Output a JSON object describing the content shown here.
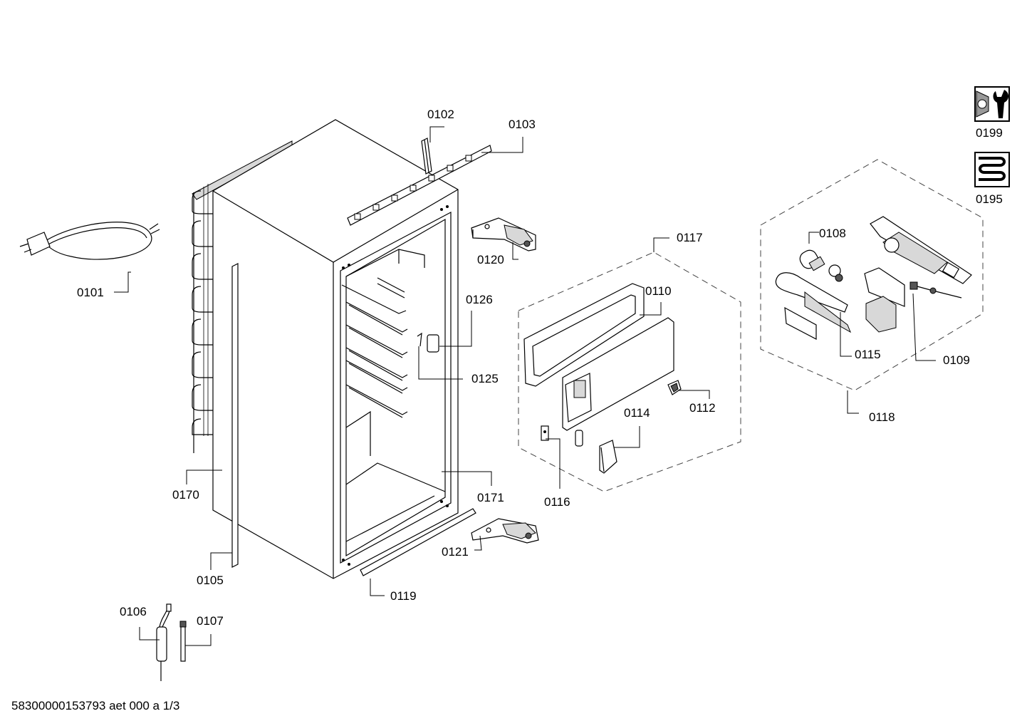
{
  "labels": {
    "p0101": "0101",
    "p0102": "0102",
    "p0103": "0103",
    "p0105": "0105",
    "p0106": "0106",
    "p0107": "0107",
    "p0108": "0108",
    "p0109": "0109",
    "p0110": "0110",
    "p0112": "0112",
    "p0114": "0114",
    "p0115": "0115",
    "p0116": "0116",
    "p0117": "0117",
    "p0118": "0118",
    "p0119": "0119",
    "p0120": "0120",
    "p0121": "0121",
    "p0125": "0125",
    "p0126": "0126",
    "p0170": "0170",
    "p0171": "0171",
    "p0195": "0195",
    "p0199": "0199"
  },
  "footer": {
    "document_id": "58300000153793 aet 000 a 1/3"
  },
  "icons": {
    "p0199": "tools-icon",
    "p0195": "heating-coil-icon"
  }
}
